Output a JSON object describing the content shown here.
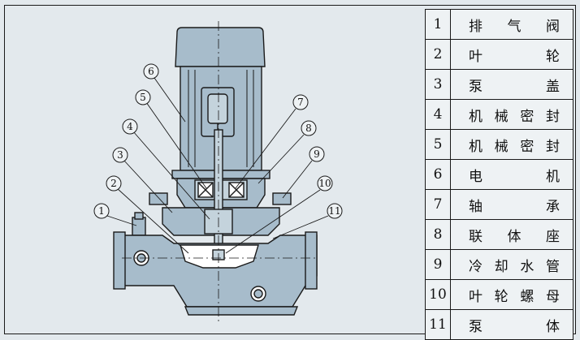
{
  "parts": [
    {
      "number": "1",
      "name": "排 气 阀"
    },
    {
      "number": "2",
      "name": "叶 轮"
    },
    {
      "number": "3",
      "name": "泵 盖"
    },
    {
      "number": "4",
      "name": "机械密封"
    },
    {
      "number": "5",
      "name": "机械密封"
    },
    {
      "number": "6",
      "name": "电 机"
    },
    {
      "number": "7",
      "name": "轴 承"
    },
    {
      "number": "8",
      "name": "联 体 座"
    },
    {
      "number": "9",
      "name": "冷却水管"
    },
    {
      "number": "10",
      "name": "叶轮螺母"
    },
    {
      "number": "11",
      "name": "泵 体"
    }
  ],
  "callouts": [
    "1",
    "2",
    "3",
    "4",
    "5",
    "6",
    "7",
    "8",
    "9",
    "10",
    "11"
  ],
  "colors": {
    "body_fill": "#a7bccb",
    "line": "#1a1a1a",
    "background": "#e3e9ed"
  }
}
